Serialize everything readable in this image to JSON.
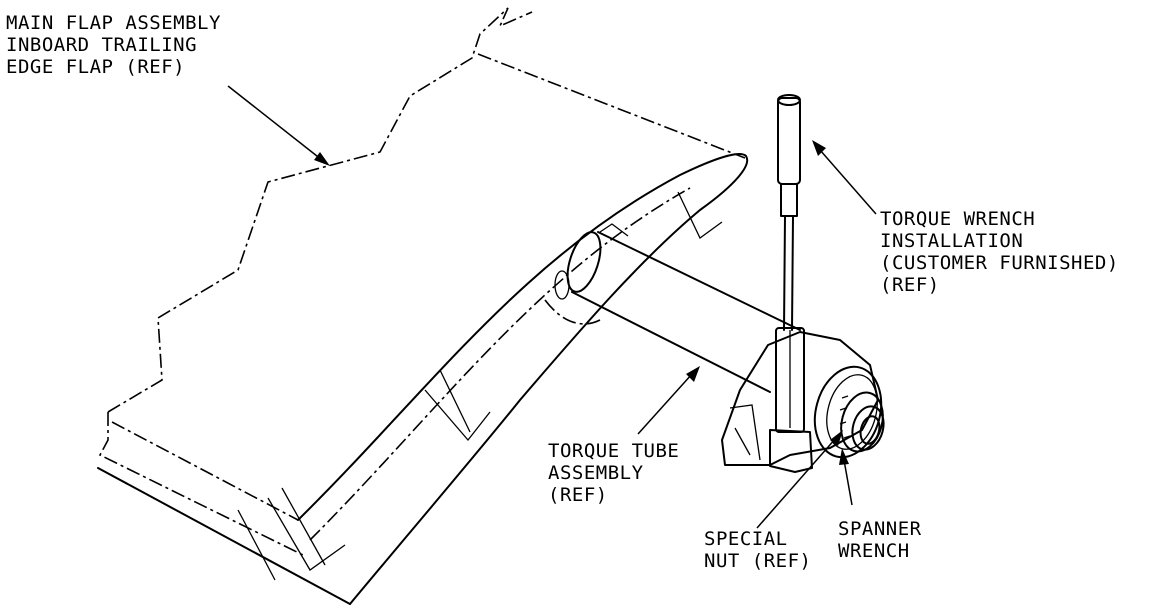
{
  "labels": {
    "main_flap": [
      "MAIN FLAP ASSEMBLY",
      "INBOARD TRAILING",
      "EDGE FLAP (REF)"
    ],
    "torque_wrench": [
      "TORQUE WRENCH",
      "INSTALLATION",
      "(CUSTOMER FURNISHED)",
      "(REF)"
    ],
    "torque_tube": [
      "TORQUE TUBE",
      "ASSEMBLY",
      "(REF)"
    ],
    "special_nut": [
      "SPECIAL",
      "NUT (REF)"
    ],
    "spanner_wrench": [
      "SPANNER",
      "WRENCH"
    ]
  }
}
